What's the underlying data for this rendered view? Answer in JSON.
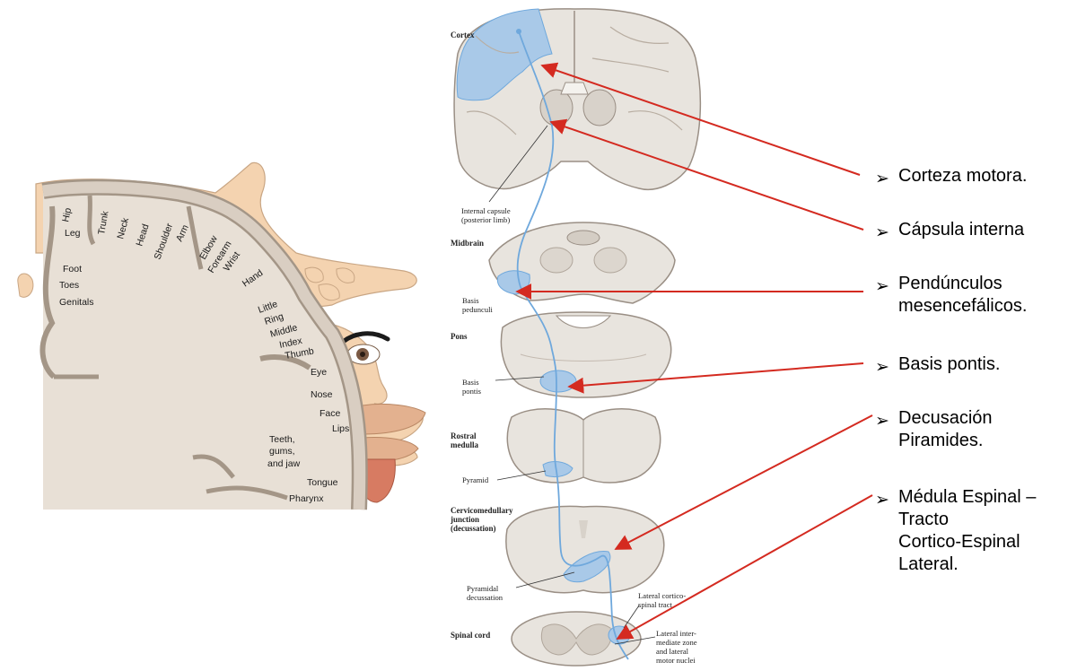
{
  "homunculus": {
    "labels": {
      "hip": "Hip",
      "leg": "Leg",
      "trunk": "Trunk",
      "neck": "Neck",
      "head": "Head",
      "shoulder": "Shoulder",
      "arm": "Arm",
      "elbow": "Elbow",
      "forearm": "Forearm",
      "wrist": "Wrist",
      "hand": "Hand",
      "foot": "Foot",
      "toes": "Toes",
      "genitals": "Genitals",
      "little": "Little",
      "ring": "Ring",
      "middle": "Middle",
      "index": "Index",
      "thumb": "Thumb",
      "eye": "Eye",
      "nose": "Nose",
      "face": "Face",
      "lips": "Lips",
      "teeth_l1": "Teeth,",
      "teeth_l2": "gums,",
      "teeth_l3": "and jaw",
      "tongue": "Tongue",
      "pharynx": "Pharynx"
    }
  },
  "pathway": {
    "sections": {
      "cortex": "Cortex",
      "midbrain": "Midbrain",
      "pons": "Pons",
      "rostral_l1": "Rostral",
      "rostral_l2": "medulla",
      "cervico_l1": "Cervicomedullary",
      "cervico_l2": "junction",
      "cervico_l3": "(decussation)",
      "spinal": "Spinal cord"
    },
    "annotations": {
      "internal_l1": "Internal capsule",
      "internal_l2": "(posterior limb)",
      "basis_ped_l1": "Basis",
      "basis_ped_l2": "pedunculi",
      "basis_pon_l1": "Basis",
      "basis_pon_l2": "pontis",
      "pyramid": "Pyramid",
      "pyr_dec_l1": "Pyramidal",
      "pyr_dec_l2": "decussation",
      "lat_tract_l1": "Lateral cortico-",
      "lat_tract_l2": "spinal tract",
      "lat_zone_l1": "Lateral inter-",
      "lat_zone_l2": "mediate zone",
      "lat_zone_l3": "and lateral",
      "lat_zone_l4": "motor nuclei"
    }
  },
  "legend": {
    "bullet": "➢",
    "items": [
      "Corteza motora.",
      "Cápsula interna",
      "Pendúnculos\nmesencefálicos.",
      "Basis pontis.",
      "Decusación\nPiramides.",
      "Médula Espinal –\nTracto\nCortico-Espinal\nLateral."
    ]
  },
  "colors": {
    "arrow": "#d42a20",
    "tract": "#6fa8dc",
    "highlight": "#a9c9e8",
    "tissue": "#e8e4de",
    "gray_outline": "#9a8f85",
    "skin": "#f4d3b0"
  }
}
